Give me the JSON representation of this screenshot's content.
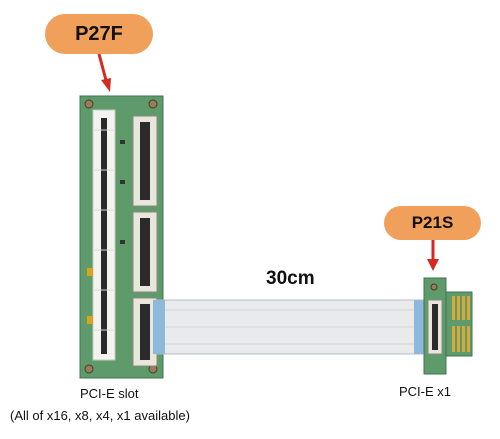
{
  "callouts": {
    "main_board_label": "P27F",
    "small_board_label": "P21S"
  },
  "cable": {
    "length_label": "30cm"
  },
  "captions": {
    "slot_title": "PCI-E slot",
    "slot_note": "(All of x16, x8, x4, x1 available)",
    "x1_title": "PCI-E x1"
  },
  "colors": {
    "callout_fill": "#f0a05a",
    "arrow": "#d42a1f",
    "pcb_green": "#5e9a6a",
    "cable_blue": "#8fb9db",
    "gold_contacts": "#d7a83a"
  }
}
